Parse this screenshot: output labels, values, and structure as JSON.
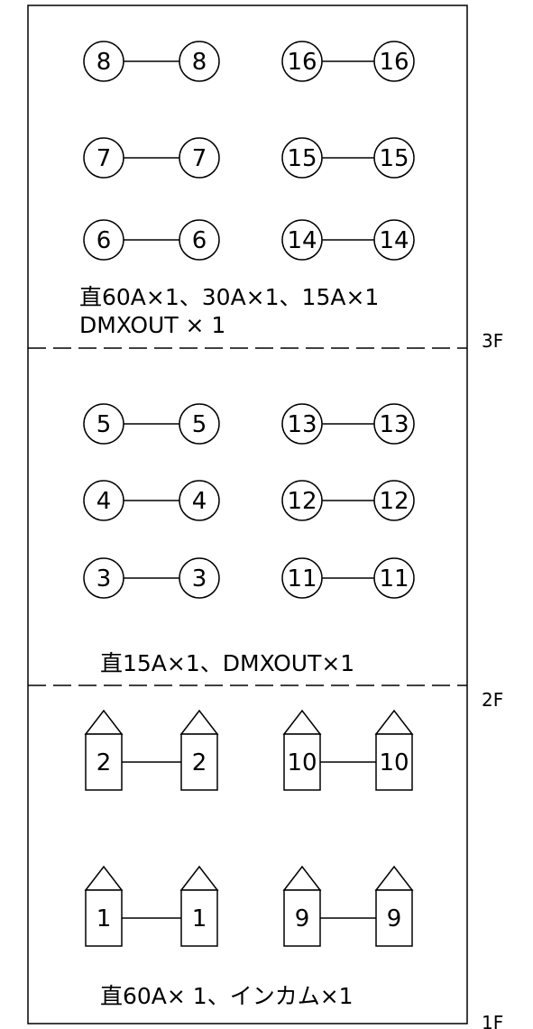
{
  "floors": [
    {
      "label": "3F",
      "note_lines": [
        "直60A×1、30A×1、15A×1",
        "DMXOUT × 1"
      ],
      "connector_type": "circle",
      "rows": [
        {
          "left": "8",
          "right": "16"
        },
        {
          "left": "7",
          "right": "15"
        },
        {
          "left": "6",
          "right": "14"
        }
      ]
    },
    {
      "label": "2F",
      "note_lines": [
        "直15A×1、DMXOUT×1"
      ],
      "connector_type": "circle",
      "rows": [
        {
          "left": "5",
          "right": "13"
        },
        {
          "left": "4",
          "right": "12"
        },
        {
          "left": "3",
          "right": "11"
        }
      ]
    },
    {
      "label": "1F",
      "note_lines": [
        "直60A× 1、インカム×1"
      ],
      "connector_type": "pole",
      "rows": [
        {
          "left": "2",
          "right": "10"
        },
        {
          "left": "1",
          "right": "9"
        }
      ]
    }
  ]
}
